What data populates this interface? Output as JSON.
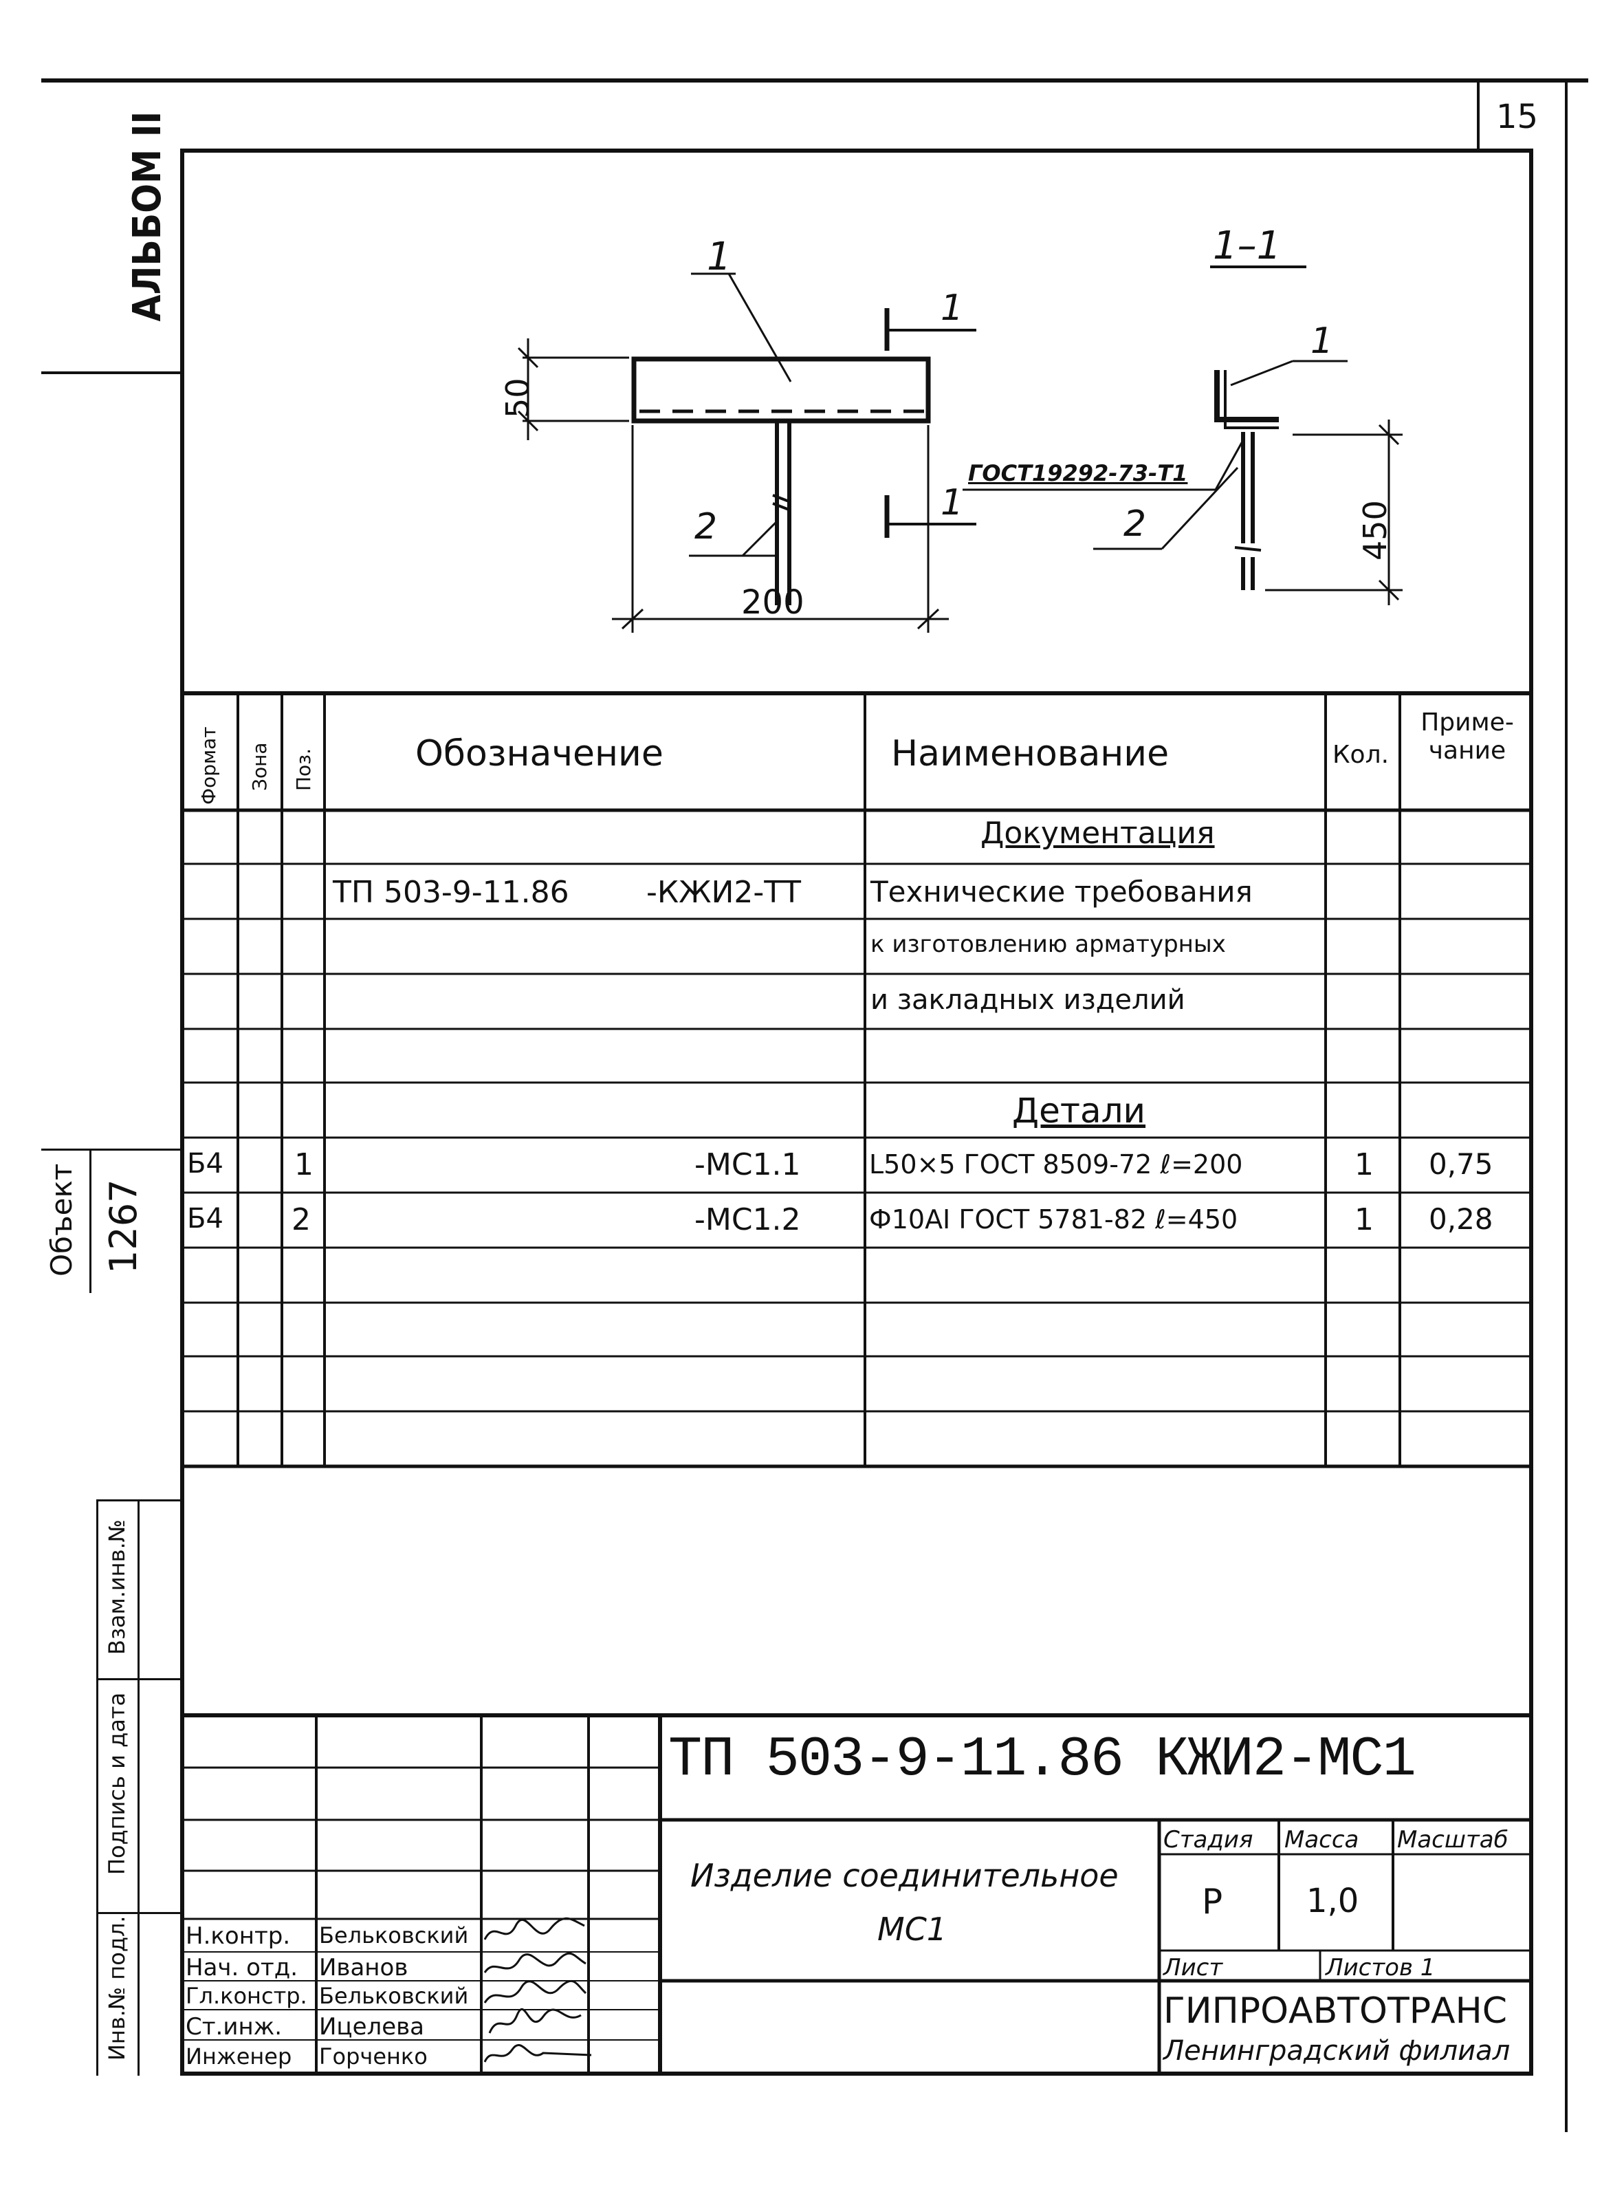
{
  "sheet_number": "15",
  "album_label": "АЛЬБОМ II",
  "object_label": "Объект",
  "object_number": "1267",
  "side_stamp": {
    "vzam": "Взам.инв.№",
    "podpis": "Подпись и дата",
    "inv_podl": "Инв.№ подл."
  },
  "drawing": {
    "pos1": "1",
    "pos2": "2",
    "dim_height": "50",
    "dim_width": "200",
    "section_mark": "1",
    "section_title": "1–1",
    "section_pos1": "1",
    "section_pos2": "2",
    "weld_note": "ГОСТ19292-73-Т1",
    "dim_length": "450"
  },
  "spec_headers": {
    "format": "Формат",
    "zone": "Зона",
    "pos": "Поз.",
    "designation": "Обозначение",
    "name": "Наименование",
    "qty": "Кол.",
    "note": "Приме-чание"
  },
  "spec_rows": [
    {
      "format": "",
      "pos": "",
      "designation": "",
      "name": "Документация",
      "qty": "",
      "note": ""
    },
    {
      "format": "",
      "pos": "",
      "designation": "ТП 503-9-11.86",
      "designation2": "-КЖИ2-ТТ",
      "name": "Технические требования",
      "qty": "",
      "note": ""
    },
    {
      "format": "",
      "pos": "",
      "designation": "",
      "name": "к изготовлению арматурных",
      "qty": "",
      "note": ""
    },
    {
      "format": "",
      "pos": "",
      "designation": "",
      "name": "и закладных изделий",
      "qty": "",
      "note": ""
    },
    {
      "format": "",
      "pos": "",
      "designation": "",
      "name": "",
      "qty": "",
      "note": ""
    },
    {
      "format": "",
      "pos": "",
      "designation": "",
      "name": "Детали",
      "qty": "",
      "note": ""
    },
    {
      "format": "Б4",
      "pos": "1",
      "designation": "-МС1.1",
      "name": "L50×5 ГОСТ 8509-72  ℓ=200",
      "qty": "1",
      "note": "0,75"
    },
    {
      "format": "Б4",
      "pos": "2",
      "designation": "-МС1.2",
      "name": "Ф10АI ГОСТ 5781-82  ℓ=450",
      "qty": "1",
      "note": "0,28"
    }
  ],
  "title_block": {
    "code": "ТП 503-9-11.86   КЖИ2-МС1",
    "item_name_1": "Изделие  соединительное",
    "item_name_2": "МС1",
    "stage_label": "Стадия",
    "mass_label": "Масса",
    "scale_label": "Масштаб",
    "stage": "Р",
    "mass": "1,0",
    "sheet_label": "Лист",
    "sheets_label": "Листов 1",
    "org_1": "ГИПРОАВТОТРАНС",
    "org_2": "Ленинградский филиал",
    "roles": [
      "Н.контр.",
      "Нач. отд.",
      "Гл.констр.",
      "Ст.инж.",
      "Инженер"
    ],
    "names": [
      "Бельковский",
      "Иванов",
      "Бельковский",
      "Ицелева",
      "Горченко"
    ]
  }
}
